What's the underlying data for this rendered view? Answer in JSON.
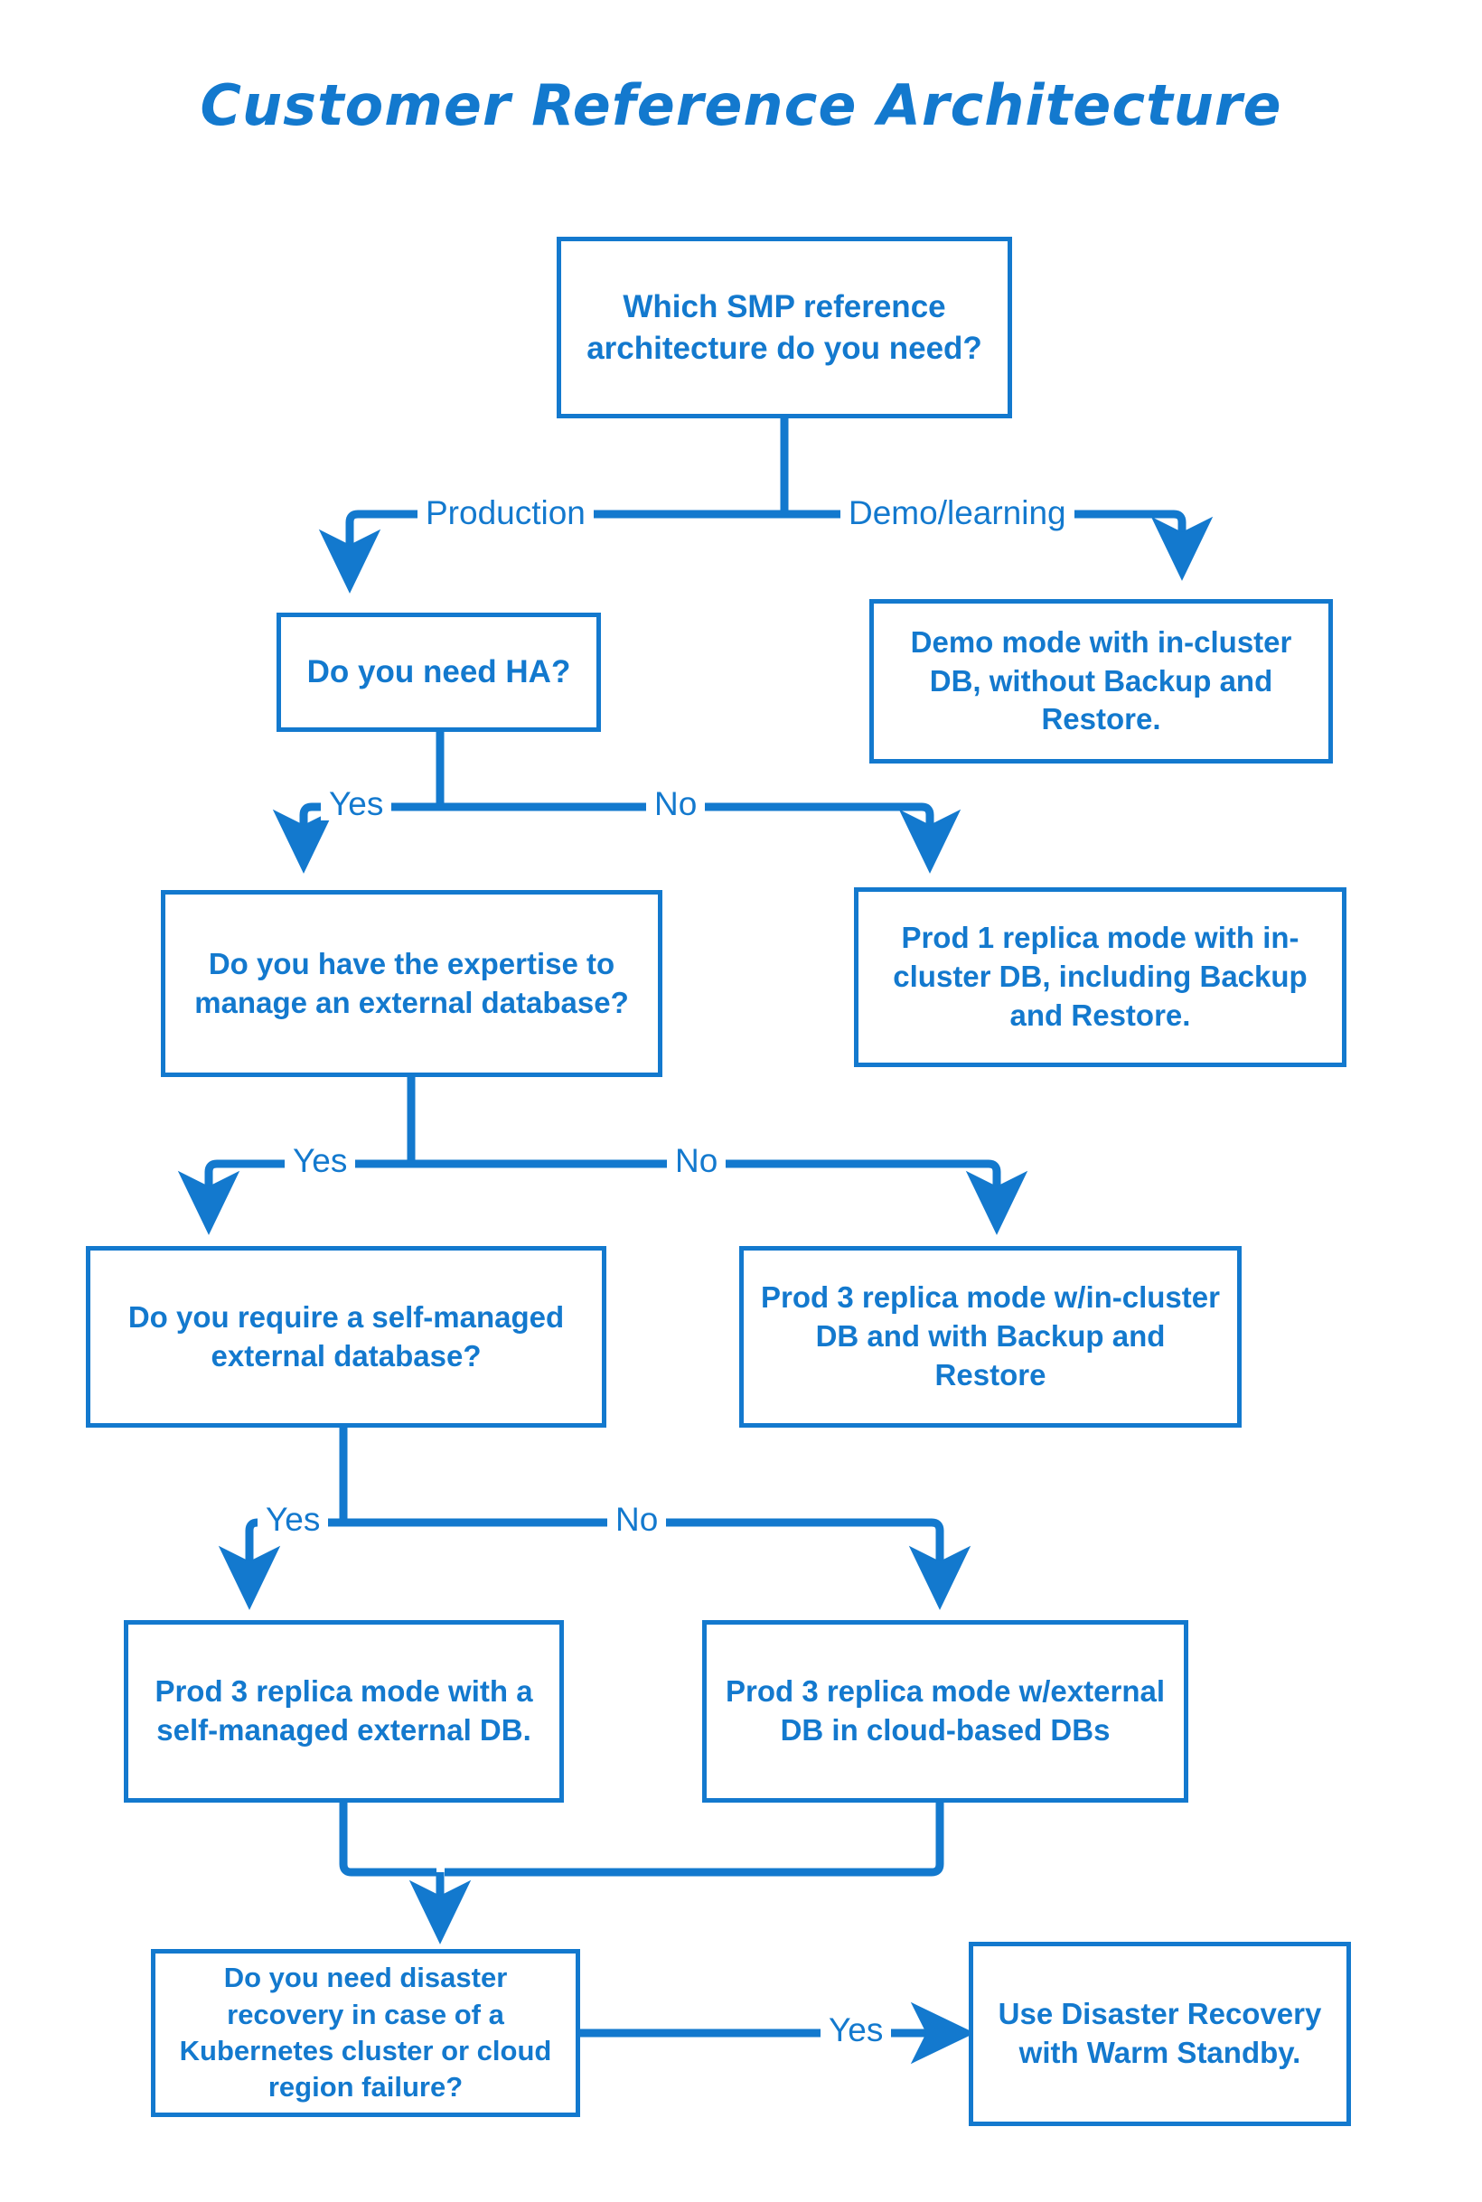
{
  "diagram": {
    "title": "Customer Reference Architecture",
    "type": "flowchart",
    "accent_color": "#1379CE",
    "background_color": "#FFFFFF",
    "nodes": [
      {
        "id": "start",
        "kind": "decision",
        "text": "Which SMP reference architecture do you need?"
      },
      {
        "id": "ha",
        "kind": "decision",
        "text": "Do you need HA?"
      },
      {
        "id": "demo",
        "kind": "outcome",
        "text": "Demo mode with in-cluster DB, without Backup and Restore."
      },
      {
        "id": "prod1",
        "kind": "outcome",
        "text": "Prod 1 replica mode with in-cluster DB, including Backup and Restore."
      },
      {
        "id": "expertise",
        "kind": "decision",
        "text": "Do you have the expertise to manage an external database?"
      },
      {
        "id": "prod3incl",
        "kind": "outcome",
        "text": "Prod 3 replica mode w/in-cluster DB and with Backup and Restore"
      },
      {
        "id": "selfmanaged",
        "kind": "decision",
        "text": "Do you require a self-managed external database?"
      },
      {
        "id": "prod3self",
        "kind": "outcome",
        "text": "Prod 3 replica mode with a self-managed external DB."
      },
      {
        "id": "prod3cloud",
        "kind": "outcome",
        "text": "Prod 3 replica mode w/external DB in cloud-based DBs"
      },
      {
        "id": "dr",
        "kind": "decision",
        "text": "Do you need disaster recovery in case of a Kubernetes cluster or cloud region failure?"
      },
      {
        "id": "warmstandby",
        "kind": "outcome",
        "text": "Use Disaster Recovery with Warm Standby."
      }
    ],
    "edges": [
      {
        "from": "start",
        "to": "ha",
        "label": "Production"
      },
      {
        "from": "start",
        "to": "demo",
        "label": "Demo/learning"
      },
      {
        "from": "ha",
        "to": "expertise",
        "label": "Yes"
      },
      {
        "from": "ha",
        "to": "prod1",
        "label": "No"
      },
      {
        "from": "expertise",
        "to": "selfmanaged",
        "label": "Yes"
      },
      {
        "from": "expertise",
        "to": "prod3incl",
        "label": "No"
      },
      {
        "from": "selfmanaged",
        "to": "prod3self",
        "label": "Yes"
      },
      {
        "from": "selfmanaged",
        "to": "prod3cloud",
        "label": "No"
      },
      {
        "from": "prod3self",
        "to": "dr",
        "label": ""
      },
      {
        "from": "prod3cloud",
        "to": "dr",
        "label": ""
      },
      {
        "from": "dr",
        "to": "warmstandby",
        "label": "Yes"
      }
    ],
    "edge_labels": {
      "production": "Production",
      "demo_learning": "Demo/learning",
      "ha_yes": "Yes",
      "ha_no": "No",
      "expertise_yes": "Yes",
      "expertise_no": "No",
      "selfmanaged_yes": "Yes",
      "selfmanaged_no": "No",
      "dr_yes": "Yes"
    }
  }
}
